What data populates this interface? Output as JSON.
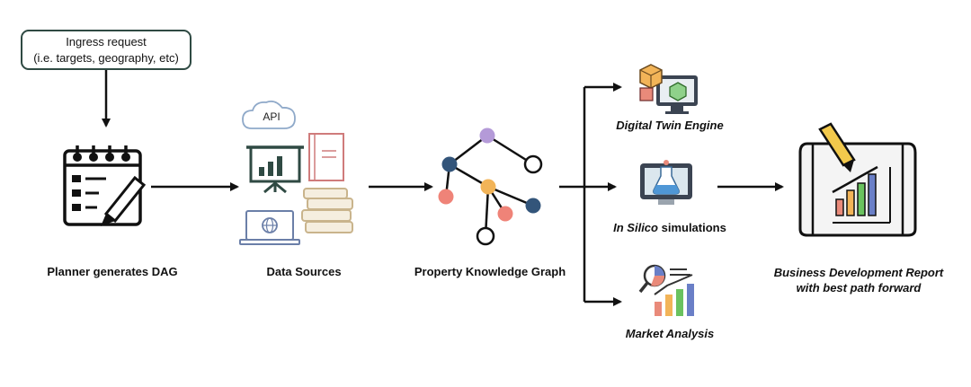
{
  "ingress": {
    "line1": "Ingress request",
    "line2": "(i.e. targets, geography, etc)"
  },
  "nodes": {
    "planner": "Planner generates DAG",
    "data_sources": "Data Sources",
    "api_label": "API",
    "knowledge_graph": "Property Knowledge Graph",
    "digital_twin": "Digital Twin Engine",
    "in_silico_italic": "In Silico",
    "in_silico_rest": " simulations",
    "market": "Market Analysis",
    "report_line1": "Business Development Report",
    "report_line2": "with best path forward"
  },
  "colors": {
    "line": "#111111",
    "dark_teal": "#2f4a43",
    "graph_purple": "#b49ad8",
    "graph_navy": "#33557a",
    "graph_orange": "#f2b458",
    "graph_salmon": "#ef8378",
    "book_tan": "#c9b48c",
    "book_red": "#cf7b7b",
    "cloud_blue": "#8fa9c9"
  }
}
